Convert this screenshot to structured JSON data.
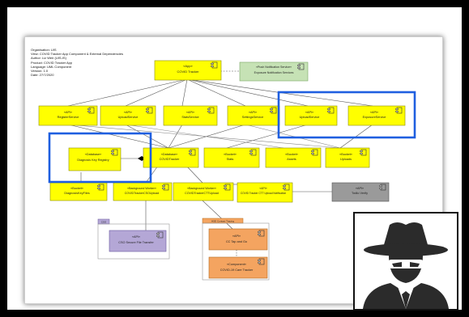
{
  "header_meta": [
    "Organisation: UIS",
    "View: COVID Tracker App Component & External Dependencies",
    "Author: Liz Weir (UIS-IS)",
    "Product: COVID Tracker App",
    "Language: UML Component",
    "Version: 1.0",
    "Date: 27/7/2020"
  ],
  "nodes": {
    "app": {
      "stereo": "«App»",
      "name": "COVID Tracker"
    },
    "push": {
      "stereo": "«Push Notification Service»",
      "name": "Exposure Notification Services"
    },
    "api1": {
      "stereo": "«API»",
      "name": "RegisterService"
    },
    "api2": {
      "stereo": "«API»",
      "name": "UploadService"
    },
    "api3": {
      "stereo": "«API»",
      "name": "StatsService"
    },
    "api4": {
      "stereo": "«API»",
      "name": "SettingsService"
    },
    "api5": {
      "stereo": "«API»",
      "name": "UploadService"
    },
    "api6": {
      "stereo": "«API»",
      "name": "ExposureService"
    },
    "diagkeys": {
      "stereo": "«Database»",
      "name": "Diagnosis Key Registry"
    },
    "db": {
      "stereo": "«Database»",
      "name": "COVIDTracker"
    },
    "b1": {
      "stereo": "«Bucket»",
      "name": "Stats"
    },
    "b2": {
      "stereo": "«Bucket»",
      "name": "Assets"
    },
    "b3": {
      "stereo": "«Bucket»",
      "name": "Uploads"
    },
    "dkf": {
      "stereo": "«Bucket»",
      "name": "DiagnosisKeyFiles"
    },
    "bg1": {
      "stereo": "«Background Worker»",
      "name": "COVIDTrackerCSOUpload"
    },
    "bg2": {
      "stereo": "«Background Worker»",
      "name": "COVIDTrackerCTTUpload"
    },
    "notif": {
      "stereo": "«API»",
      "name": "COVID Tracker CTT Upload Notification"
    },
    "twilio": {
      "stereo": "«API»",
      "name": "Twilio Verify"
    },
    "cso": {
      "stereo": "«API»",
      "name": "CSO Secure File Transfer"
    },
    "cso_tag": {
      "name": "CSO"
    },
    "hse_group": {
      "name": "HSE Contact Tracing"
    },
    "cc": {
      "stereo": "«API»",
      "name": "CC Tap and Go"
    },
    "cct": {
      "stereo": "«Component»",
      "name": "COVID-19 Care Tracker"
    }
  },
  "colors": {
    "yellow": "#ffff00",
    "green": "#c6e2b5",
    "grey": "#9a9a9a",
    "purple": "#b4a7d6",
    "orange": "#f4a460",
    "highlight": "#1f5fe0"
  },
  "icon": "spy-agent-icon"
}
